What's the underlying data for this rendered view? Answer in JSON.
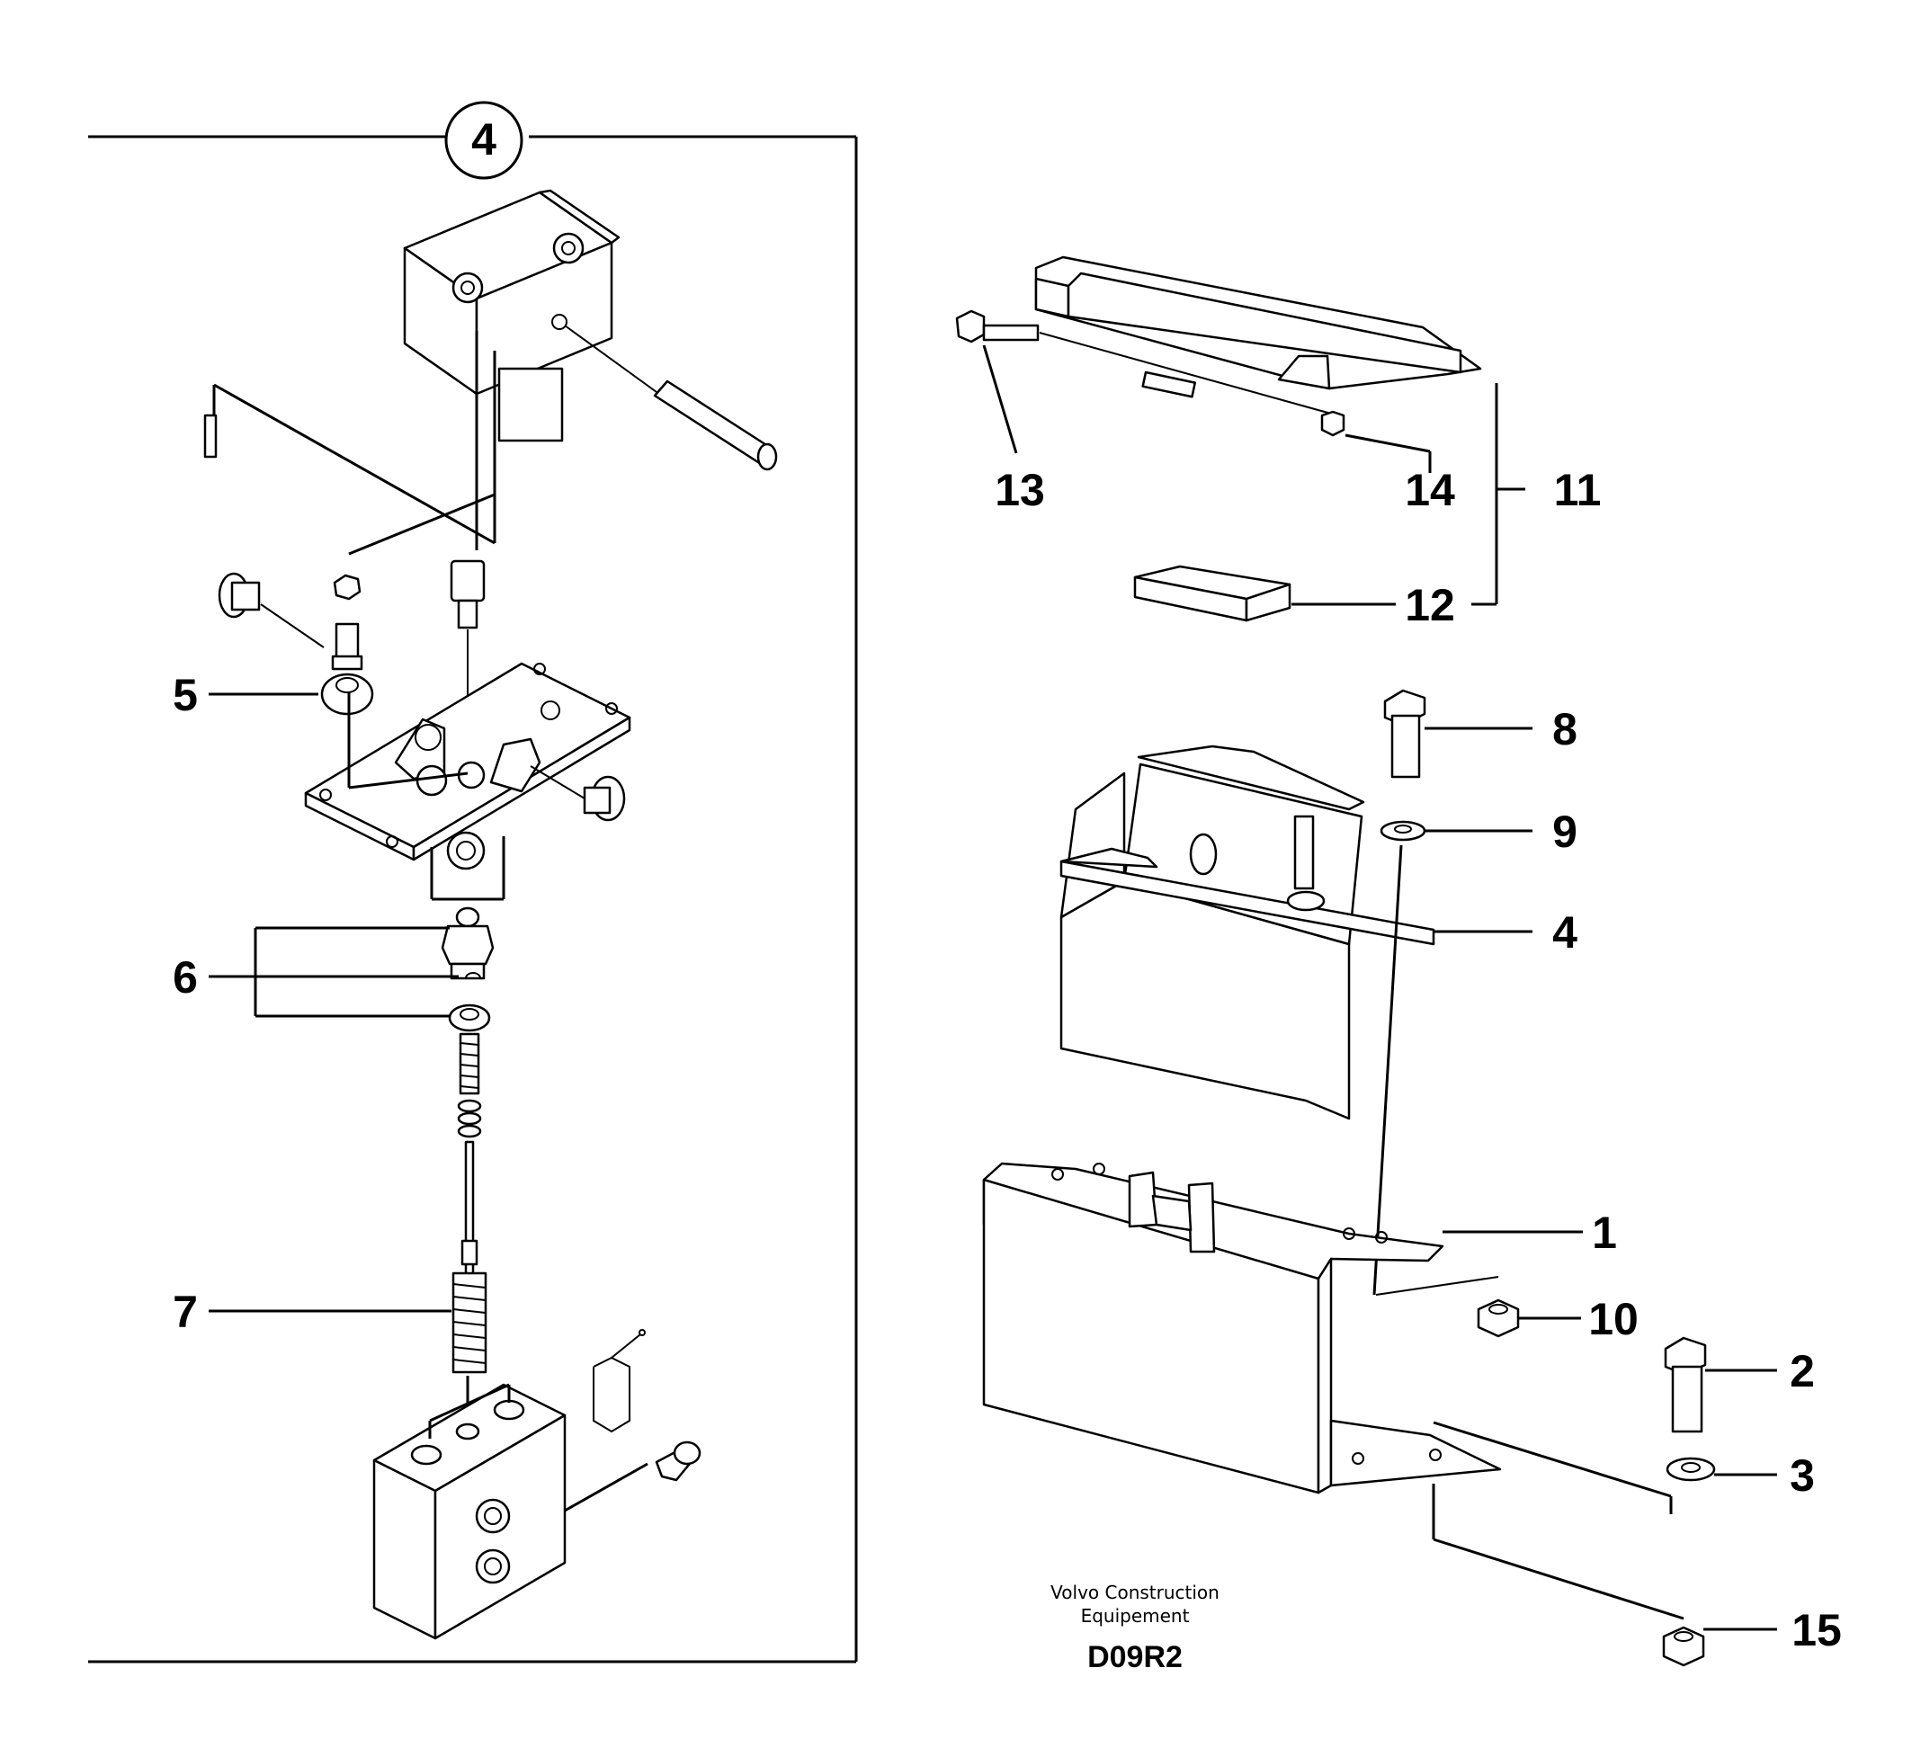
{
  "diagram": {
    "detail_callout": "4",
    "callouts": {
      "c1": "1",
      "c2": "2",
      "c3": "3",
      "c4": "4",
      "c5": "5",
      "c6": "6",
      "c7": "7",
      "c8": "8",
      "c9": "9",
      "c10": "10",
      "c11": "11",
      "c12": "12",
      "c13": "13",
      "c14": "14",
      "c15": "15"
    },
    "credit_line1": "Volvo Construction",
    "credit_line2": "Equipement",
    "drawing_code": "D09R2"
  }
}
